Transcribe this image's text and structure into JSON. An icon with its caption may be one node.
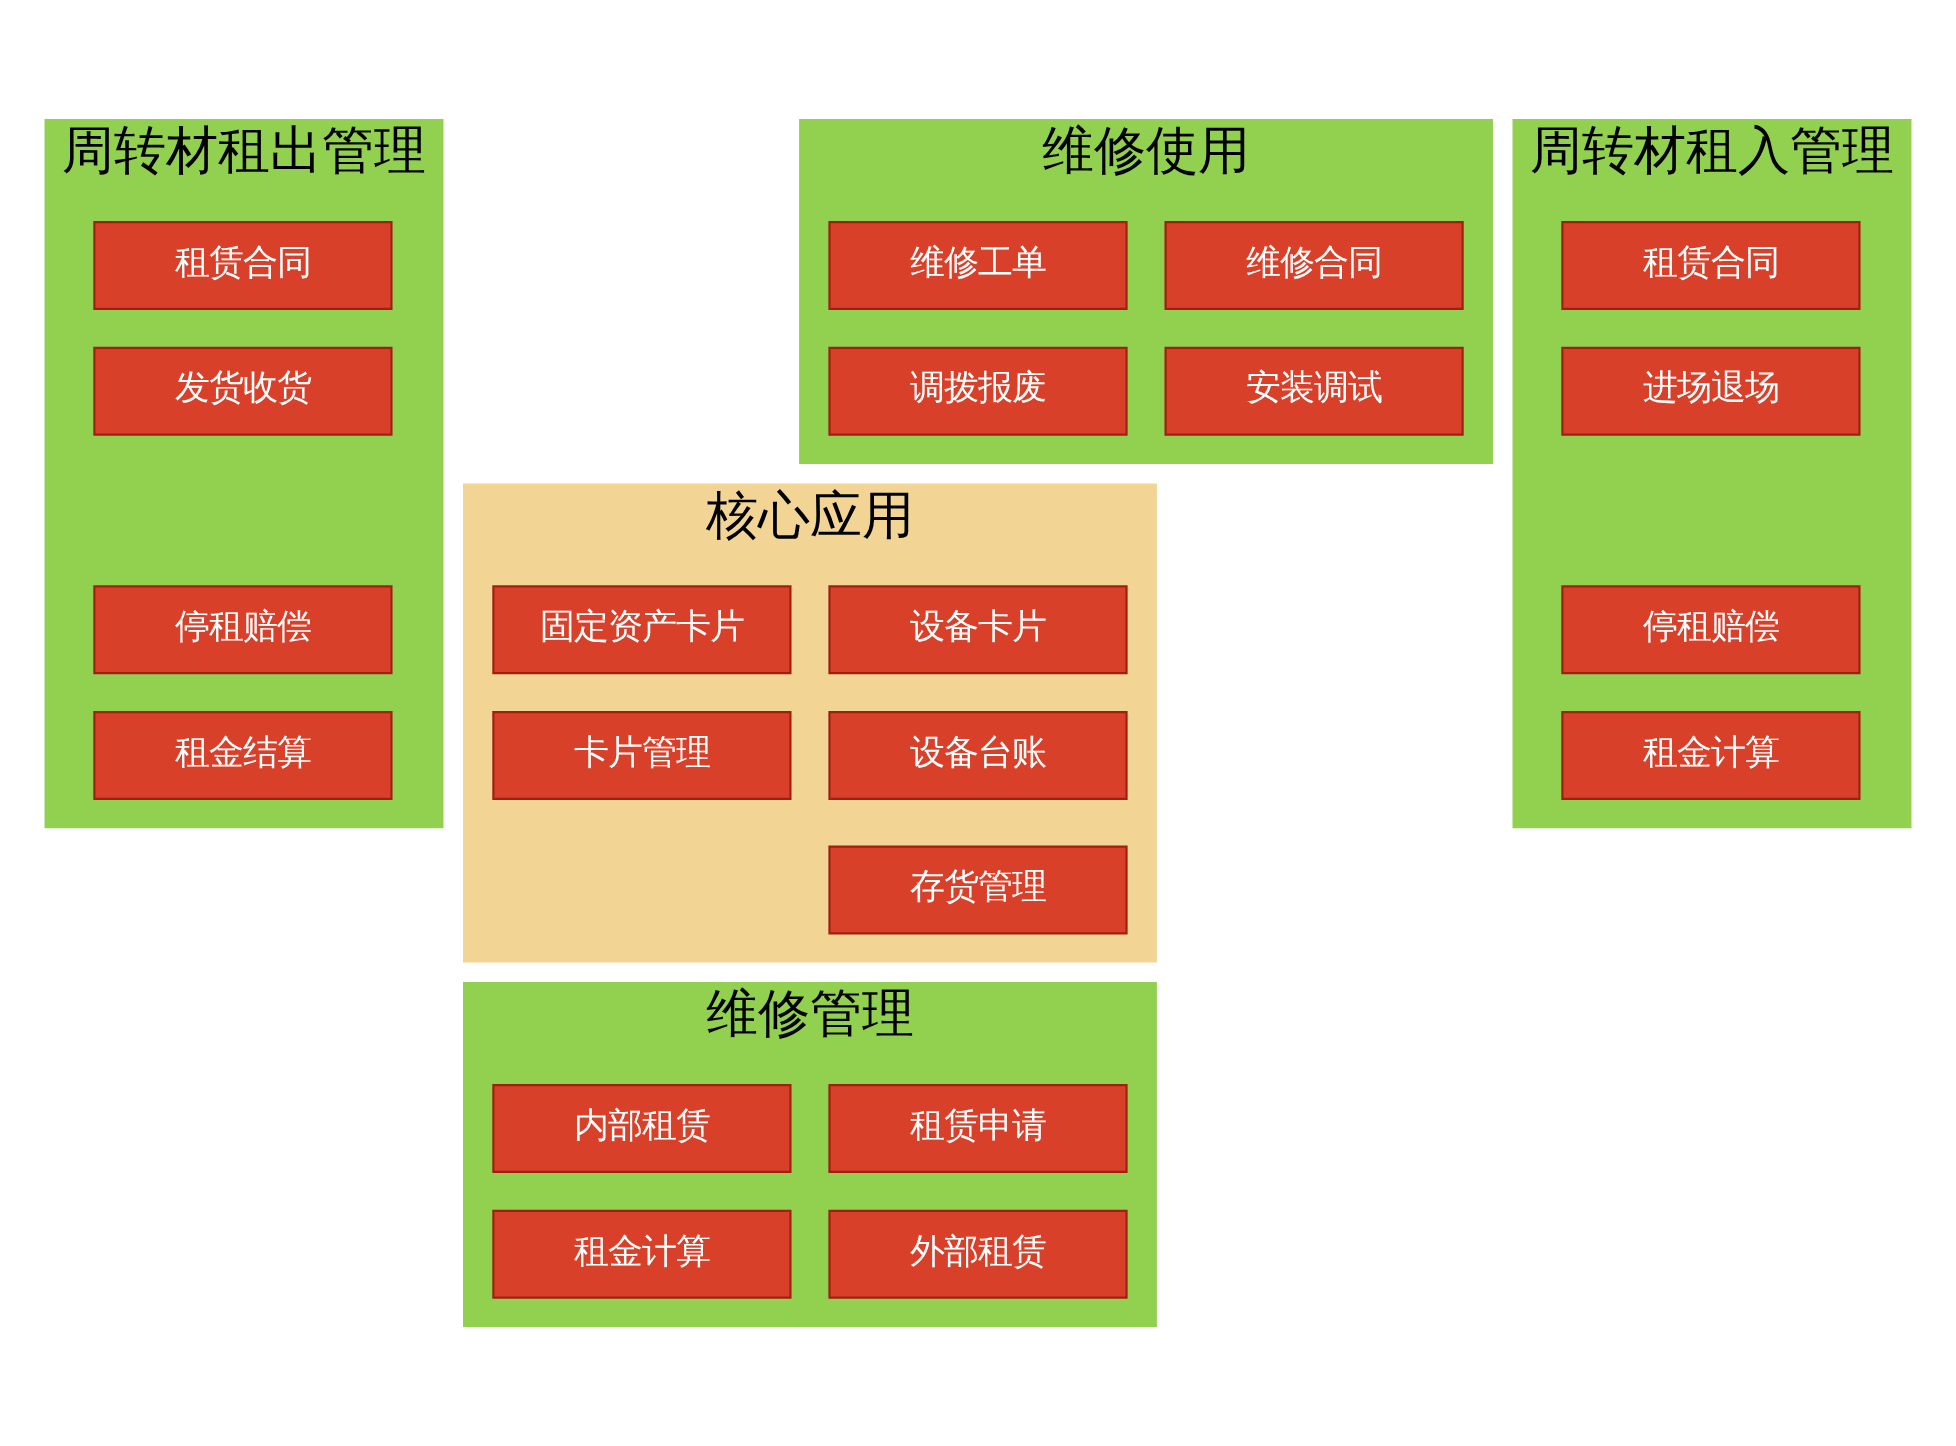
{
  "diagram": {
    "nodes": [
      {
        "text": [
          "维修使用"
        ]
      },
      {
        "text": [
          "维修合同"
        ],
        "in": 0
      },
      {
        "text": [
          "维修工单"
        ],
        "in": 0
      },
      {
        "text": [
          "安装调试"
        ],
        "in": 0
      },
      {
        "text": [
          "调拨报废"
        ],
        "in": 0
      },
      {
        "text": [
          "周转材租入管理"
        ]
      },
      {
        "text": [
          "租赁合同"
        ],
        "in": 5
      },
      {
        "text": [
          "进场退场"
        ],
        "in": 5
      },
      {
        "text": [
          "停租赔偿"
        ],
        "in": 5
      },
      {
        "text": [
          "租金计算"
        ],
        "in": 5
      },
      {
        "text": [
          "周转材租出管理"
        ]
      },
      {
        "text": [
          "租赁合同"
        ],
        "in": 10
      },
      {
        "text": [
          "发货收货"
        ],
        "in": 10
      },
      {
        "text": [
          "停租赔偿"
        ],
        "in": 10
      },
      {
        "text": [
          "租金结算"
        ],
        "in": 10
      },
      {
        "text": [
          "核心应用"
        ]
      },
      {
        "text": [
          "设备卡片"
        ],
        "in": 15
      },
      {
        "text": [
          "固定资产卡片"
        ],
        "in": 15
      },
      {
        "text": [
          "设备台账"
        ],
        "in": 15
      },
      {
        "text": [
          "卡片管理"
        ],
        "in": 15
      },
      {
        "text": [
          "存货管理"
        ],
        "in": 15
      },
      {
        "text": [
          "维修管理"
        ]
      },
      {
        "text": [
          "租赁申请"
        ],
        "in": 21
      },
      {
        "text": [
          "内部租赁"
        ],
        "in": 21
      },
      {
        "text": [
          "外部租赁"
        ],
        "in": 21
      },
      {
        "text": [
          "租金计算"
        ],
        "in": 21
      }
    ],
    "edges": []
  }
}
